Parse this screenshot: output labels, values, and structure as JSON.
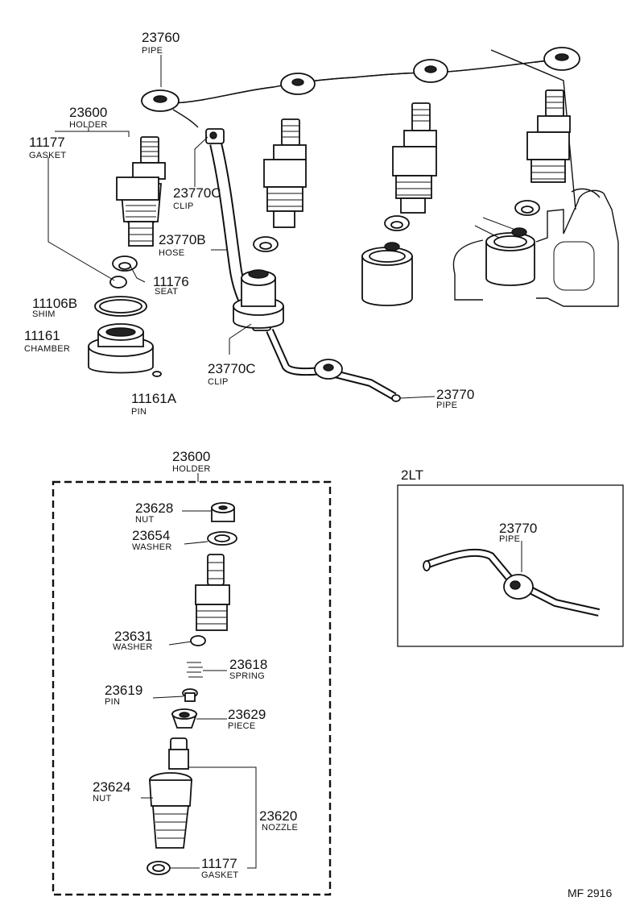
{
  "diagram_code": "MF 2916",
  "upper_callouts": [
    {
      "num": "23760",
      "label": "PIPE"
    },
    {
      "num": "23600",
      "label": "HOLDER"
    },
    {
      "num": "11177",
      "label": "GASKET"
    },
    {
      "num": "23770C",
      "label": "CLIP"
    },
    {
      "num": "23770B",
      "label": "HOSE"
    },
    {
      "num": "11176",
      "label": "SEAT"
    },
    {
      "num": "11106B",
      "label": "SHIM"
    },
    {
      "num": "11161",
      "label": "CHAMBER"
    },
    {
      "num": "23770C",
      "label": "CLIP"
    },
    {
      "num": "11161A",
      "label": "PIN"
    },
    {
      "num": "23770",
      "label": "PIPE"
    }
  ],
  "exploded": {
    "title_num": "23600",
    "title_label": "HOLDER",
    "callouts": [
      {
        "num": "23628",
        "label": "NUT"
      },
      {
        "num": "23654",
        "label": "WASHER"
      },
      {
        "num": "23631",
        "label": "WASHER"
      },
      {
        "num": "23618",
        "label": "SPRING"
      },
      {
        "num": "23619",
        "label": "PIN"
      },
      {
        "num": "23629",
        "label": "PIECE"
      },
      {
        "num": "23624",
        "label": "NUT"
      },
      {
        "num": "23620",
        "label": "NOZZLE"
      },
      {
        "num": "11177",
        "label": "GASKET"
      }
    ]
  },
  "inset": {
    "title": "2LT",
    "num": "23770",
    "label": "PIPE"
  }
}
